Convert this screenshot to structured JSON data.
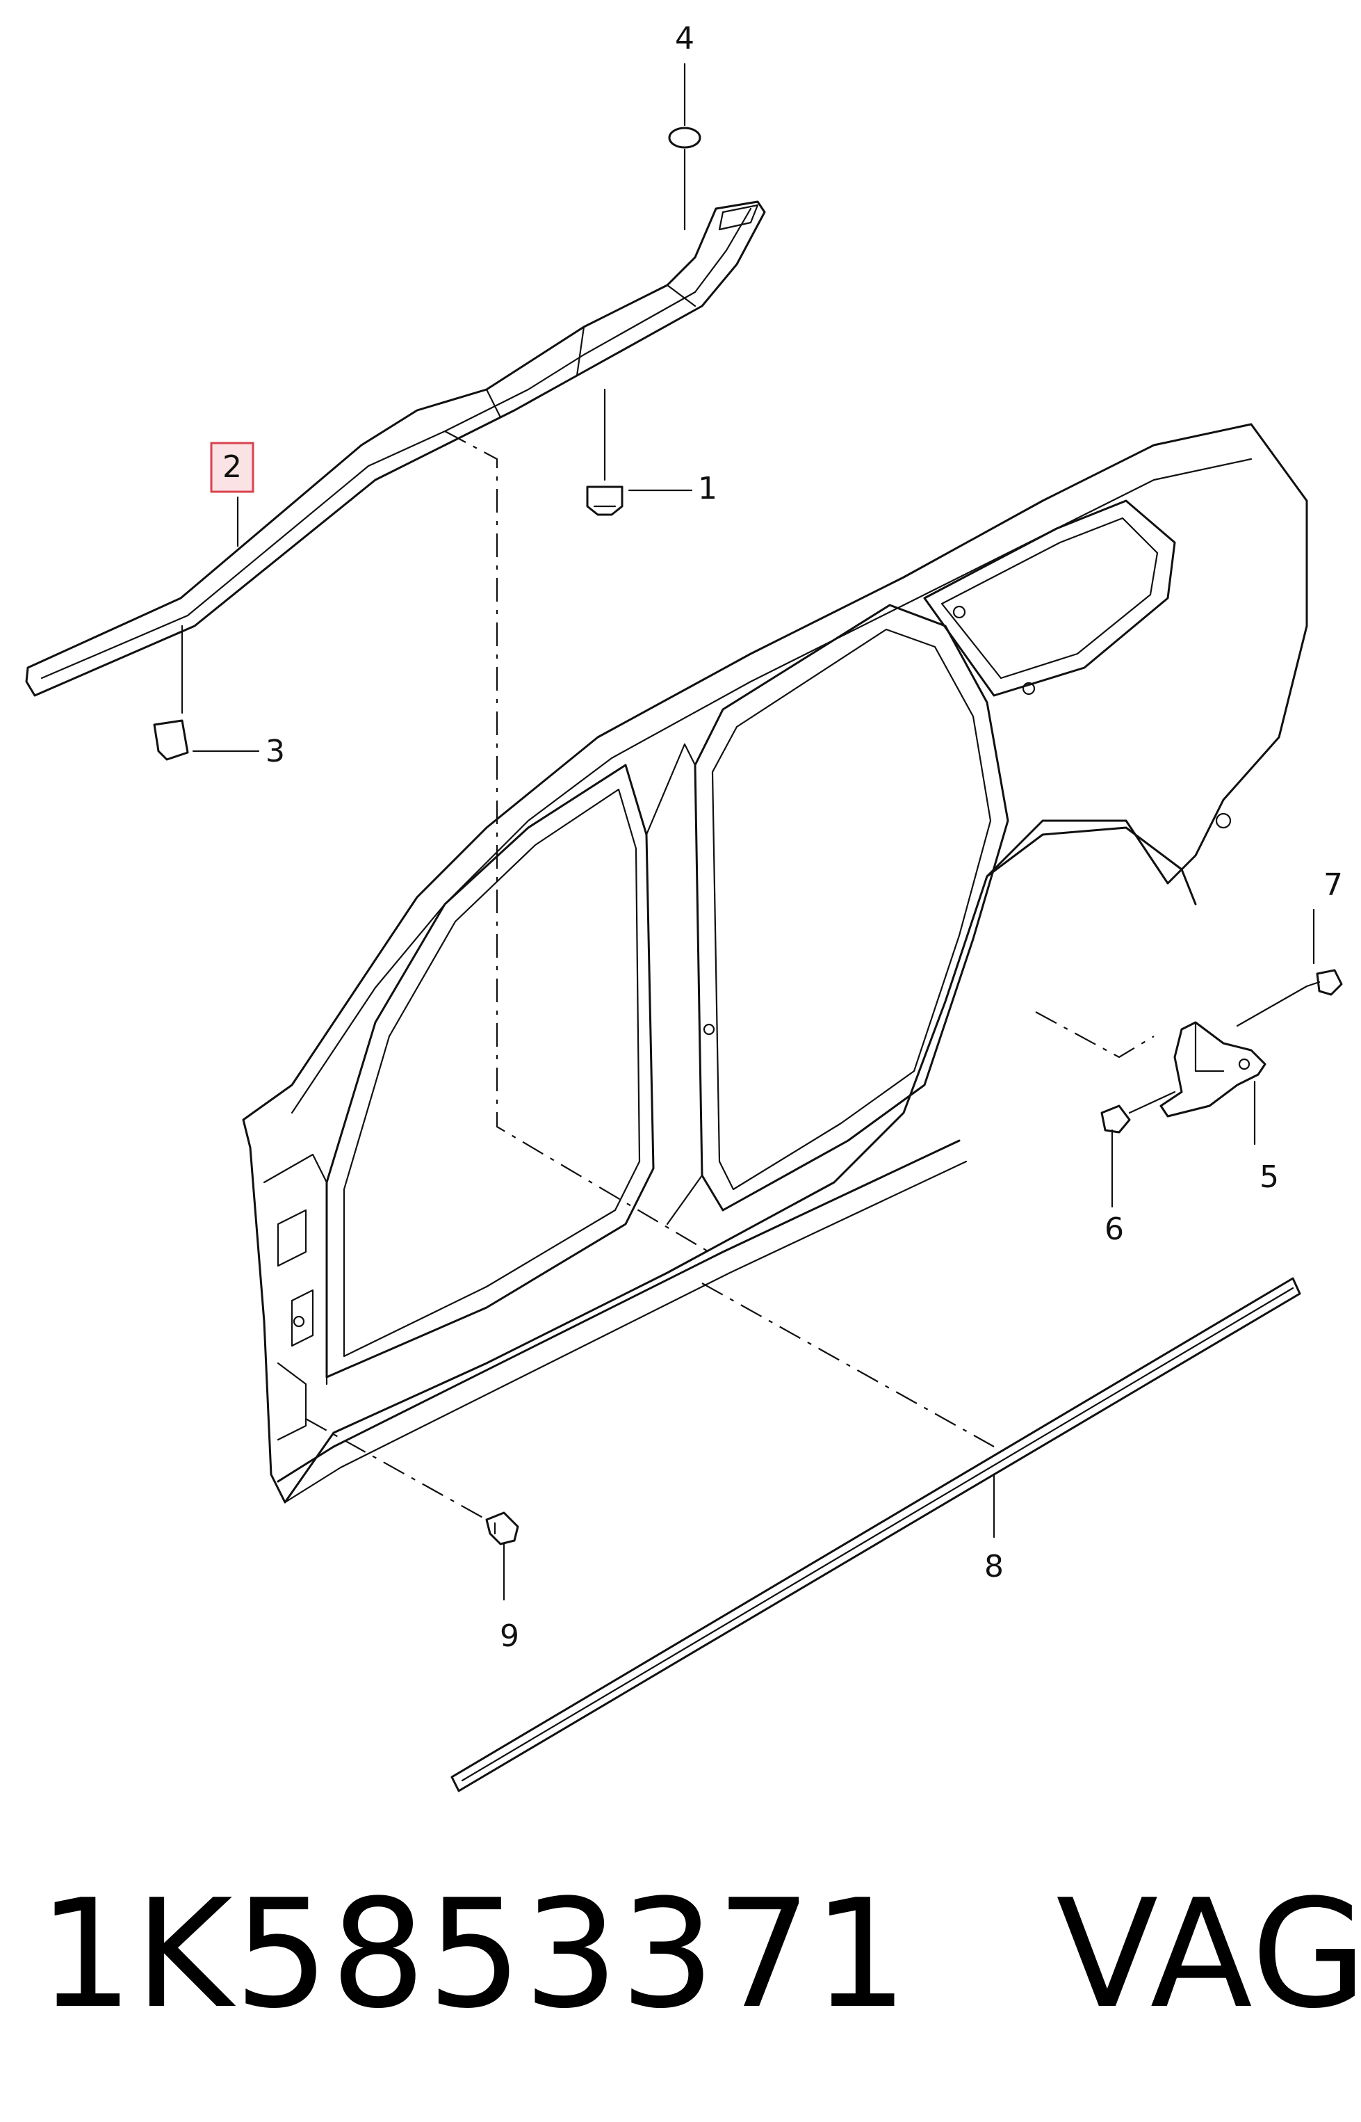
{
  "callouts": [
    {
      "num": "1"
    },
    {
      "num": "2",
      "highlighted": true
    },
    {
      "num": "3"
    },
    {
      "num": "4"
    },
    {
      "num": "5"
    },
    {
      "num": "6"
    },
    {
      "num": "7"
    },
    {
      "num": "8"
    },
    {
      "num": "9"
    }
  ],
  "highlight_color": "#d9434d",
  "caption": {
    "part_number": "1K5853371",
    "brand": "VAG"
  }
}
